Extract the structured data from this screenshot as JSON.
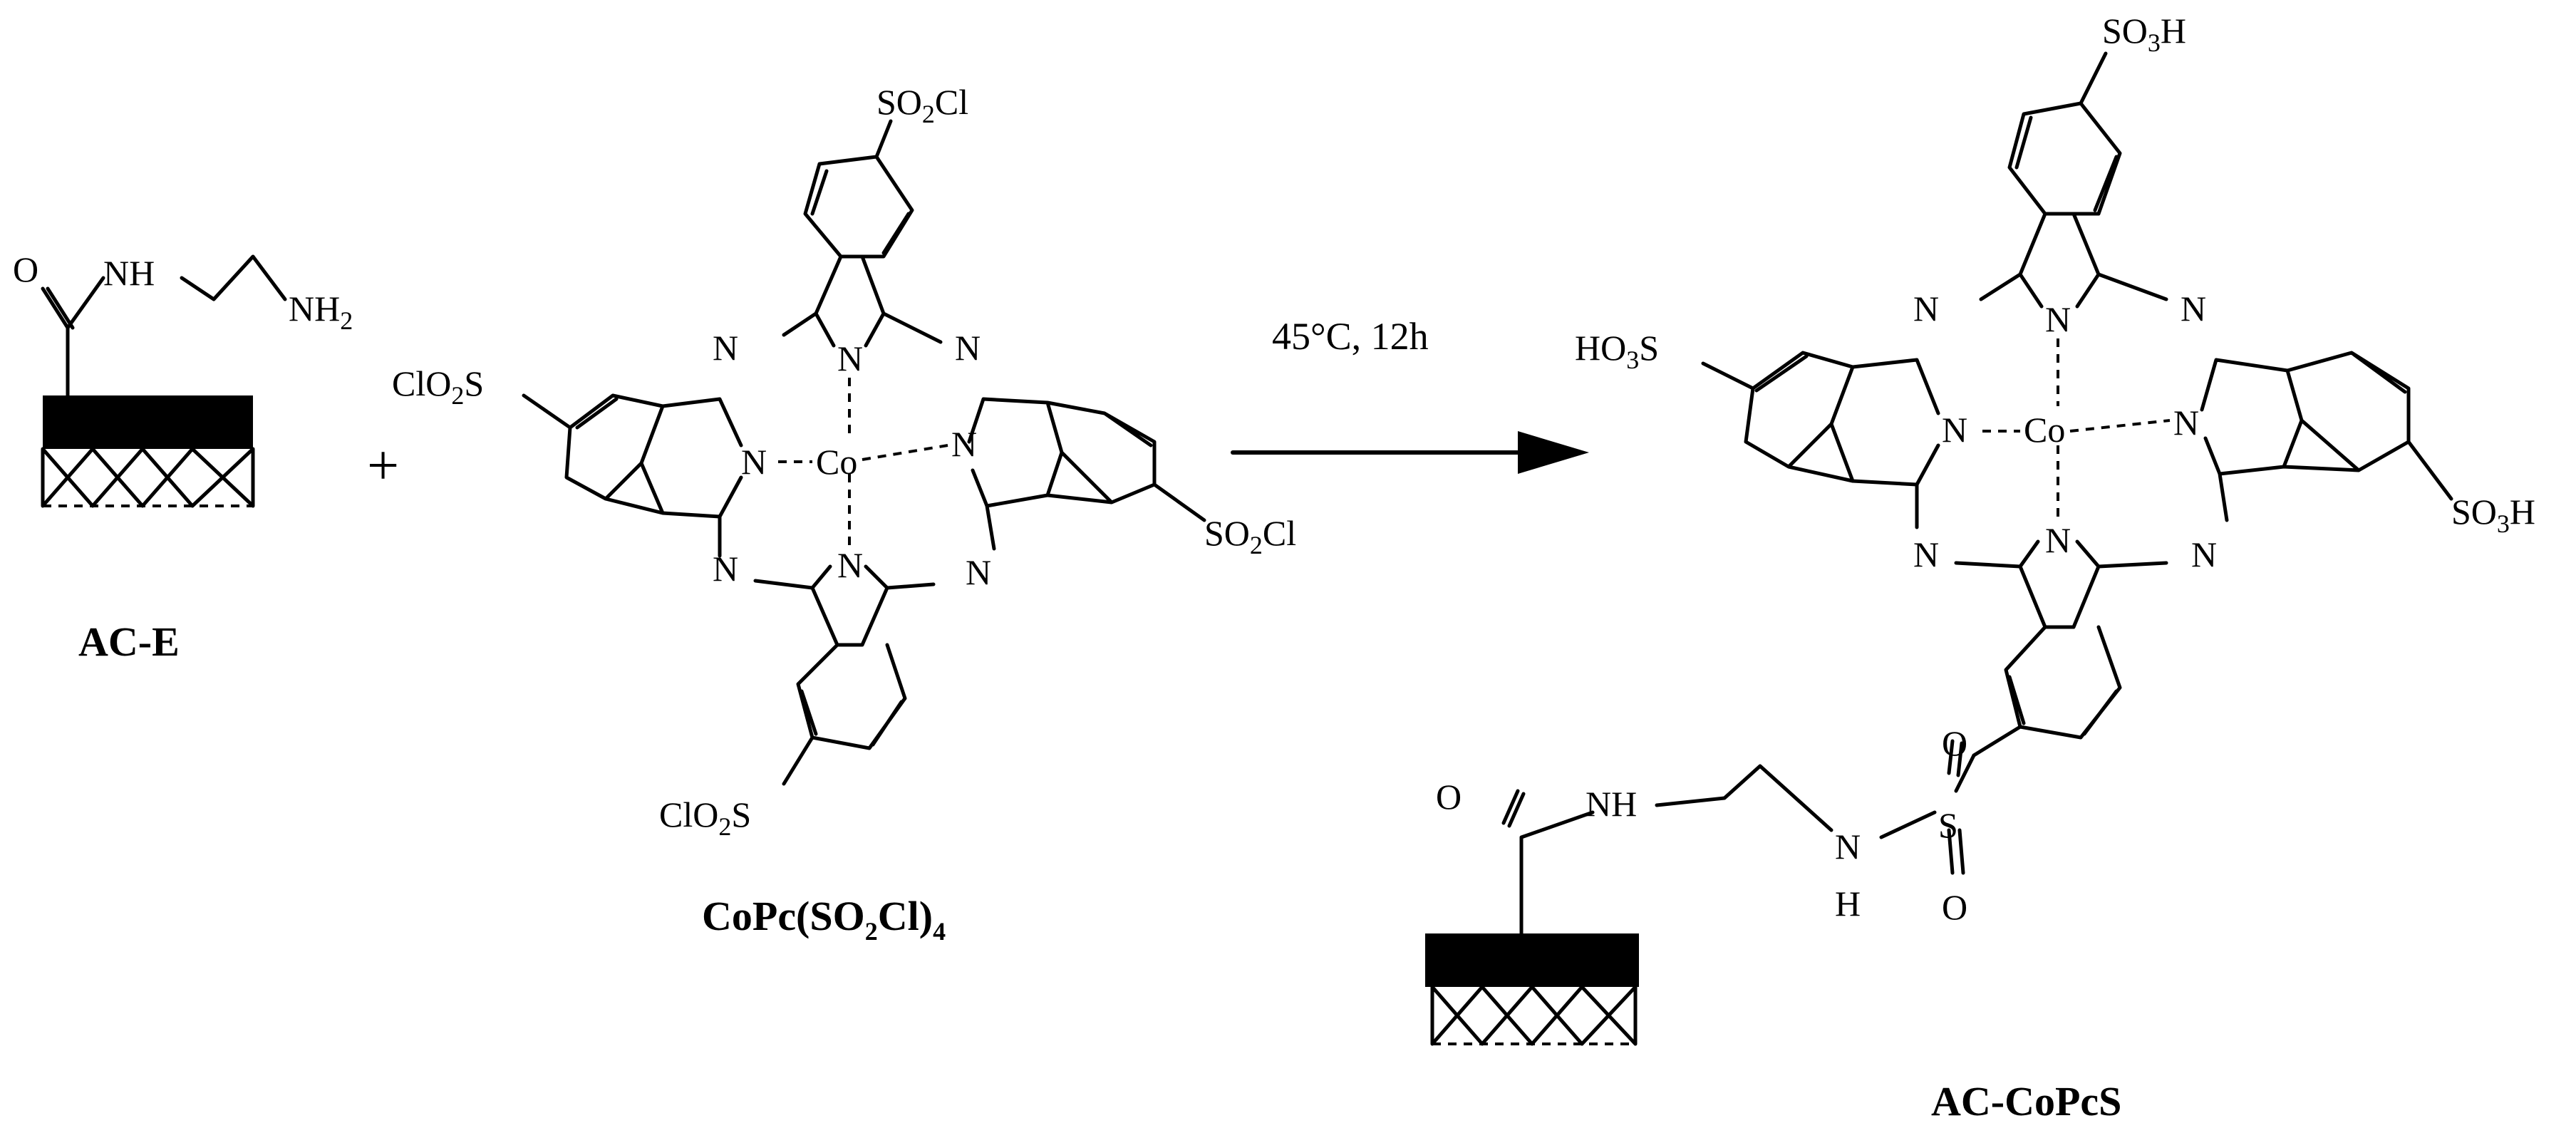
{
  "reagents": {
    "left": {
      "name": "AC-E",
      "atoms": {
        "carbonyl_o": "O",
        "amide_nh": "NH",
        "amine": "NH",
        "amine_sub": "2"
      }
    },
    "plus": "+",
    "middle": {
      "name_main": "CoPc(SO",
      "name_sub1": "2",
      "name_mid": "Cl)",
      "name_sub2": "4",
      "metal": "Co",
      "n": "N",
      "substituent": {
        "a": "SO",
        "b": "2",
        "c": "Cl"
      },
      "substituent_left": {
        "a": "ClO",
        "b": "2",
        "c": "S"
      }
    }
  },
  "arrow": {
    "conditions": "45°C, 12h"
  },
  "product": {
    "name": "AC-CoPcS",
    "metal": "Co",
    "n": "N",
    "so3h": {
      "a": "SO",
      "b": "3",
      "c": "H"
    },
    "ho3s": {
      "a": "HO",
      "b": "3",
      "c": "S"
    },
    "linker": {
      "o": "O",
      "nh": "NH",
      "n": "N",
      "h": "H",
      "s": "S"
    }
  }
}
